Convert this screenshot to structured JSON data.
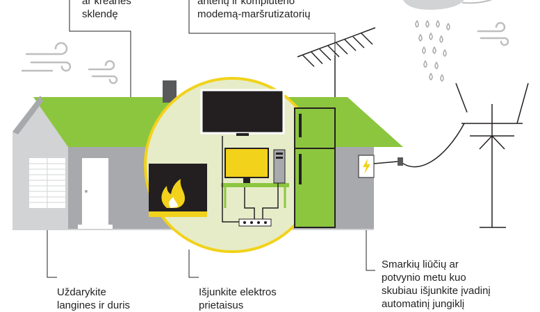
{
  "labels": {
    "top_left": "ar kreanes\nsklendę",
    "top_middle": "antenų ir kompiuterio\nmodemą-maršrutizatorių",
    "bottom_left": "Uždarykite\nlangines ir duris",
    "bottom_middle": "Išjunkite elektros\nprietaisus",
    "bottom_right": "Smarkių liūčių ar\npotvynio metu kuo\nskubiau išjunkite įvadinį\nautomatinį jungiklį"
  },
  "colors": {
    "roof": "#8cc63f",
    "wall": "#a7a9ac",
    "wall_light": "#d1d3d4",
    "highlight_circle": "#f2d21b",
    "circle_fill": "#e6ecc8",
    "monitor": "#f2d21b",
    "fridge": "#8cc63f",
    "dark": "#231f20"
  },
  "icons": [
    "wind-icon",
    "rain-cloud-icon",
    "antenna-icon",
    "power-pole-icon",
    "fire-icon",
    "lightning-icon"
  ]
}
